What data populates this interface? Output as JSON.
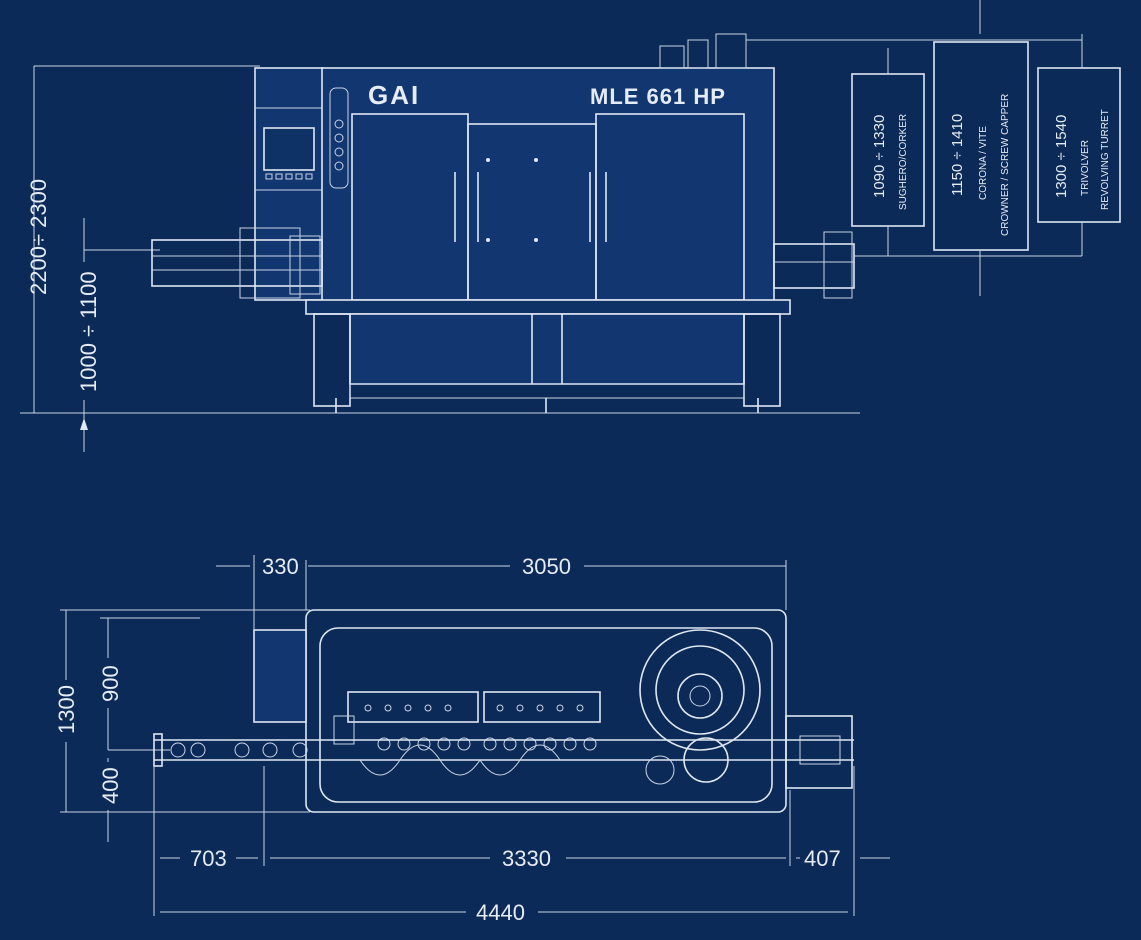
{
  "brand": {
    "logo_text": "GAI",
    "model": "MLE 661 HP"
  },
  "elevation": {
    "height_total": "2200÷ 2300",
    "height_conveyor": "1000 ÷ 1100",
    "boxes": [
      {
        "range": "1090 ÷ 1330",
        "label1": "SUGHERO/CORKER",
        "label2": ""
      },
      {
        "range": "1150 ÷ 1410",
        "label1": "CORONA / VITE",
        "label2": "CROWNER / SCREW CAPPER"
      },
      {
        "range": "1300 ÷ 1540",
        "label1": "TRIVOLVER",
        "label2": "REVOLVING TURRET"
      }
    ]
  },
  "plan": {
    "dim_330": "330",
    "dim_3050": "3050",
    "dim_1300": "1300",
    "dim_900": "900",
    "dim_400": "400",
    "dim_703": "703",
    "dim_3330": "3330",
    "dim_407": "407",
    "dim_4440": "4440"
  },
  "colors": {
    "background": "#0c2a57",
    "lines": "#dfe7f2"
  }
}
